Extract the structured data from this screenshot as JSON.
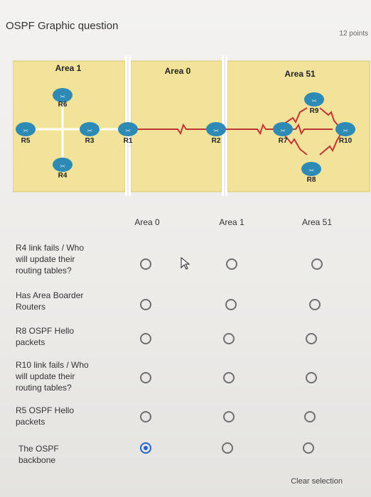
{
  "header": {
    "title": "OSPF Graphic question",
    "points": "12 points"
  },
  "diagram": {
    "areas": [
      {
        "label": "Area 1"
      },
      {
        "label": "Area 0"
      },
      {
        "label": "Area 51"
      }
    ],
    "routers": [
      "R6",
      "R5",
      "R3",
      "R1",
      "R4",
      "R2",
      "R7",
      "R9",
      "R10",
      "R8"
    ]
  },
  "table": {
    "columns": [
      "Area 0",
      "Area 1",
      "Area 51"
    ],
    "rows": [
      {
        "label": "R4 link fails / Who will update their routing tables?",
        "selected": null
      },
      {
        "label": "Has Area Boarder Routers",
        "selected": null
      },
      {
        "label": "R8 OSPF Hello packets",
        "selected": null
      },
      {
        "label": "R10 link fails / Who will update their routing tables?",
        "selected": null
      },
      {
        "label": "R5 OSPF Hello packets",
        "selected": null
      },
      {
        "label": "The OSPF backbone",
        "selected": "Area 0"
      }
    ]
  },
  "footer": {
    "clear_label": "Clear selection"
  },
  "colors": {
    "area_fill": "#f2e39a",
    "area_border": "#d7c56d",
    "link": "#c03535",
    "router": "#2c8ab4",
    "radio_selected": "#2a63c9"
  }
}
